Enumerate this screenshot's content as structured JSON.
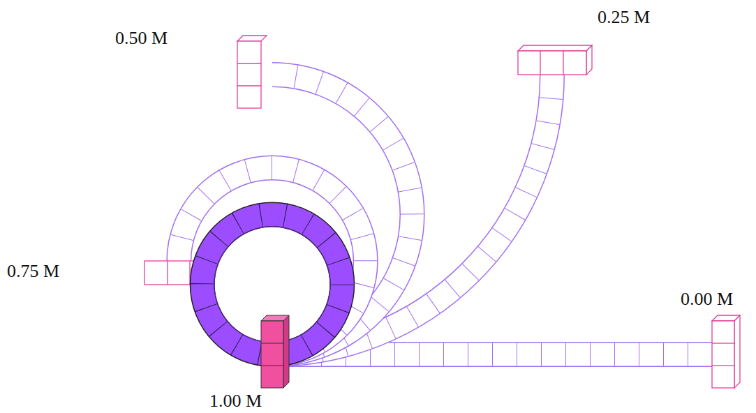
{
  "diagram": {
    "labels": [
      "0.50 M",
      "0.25 M",
      "0.75 M",
      "0.00 M",
      "1.00 M"
    ]
  }
}
